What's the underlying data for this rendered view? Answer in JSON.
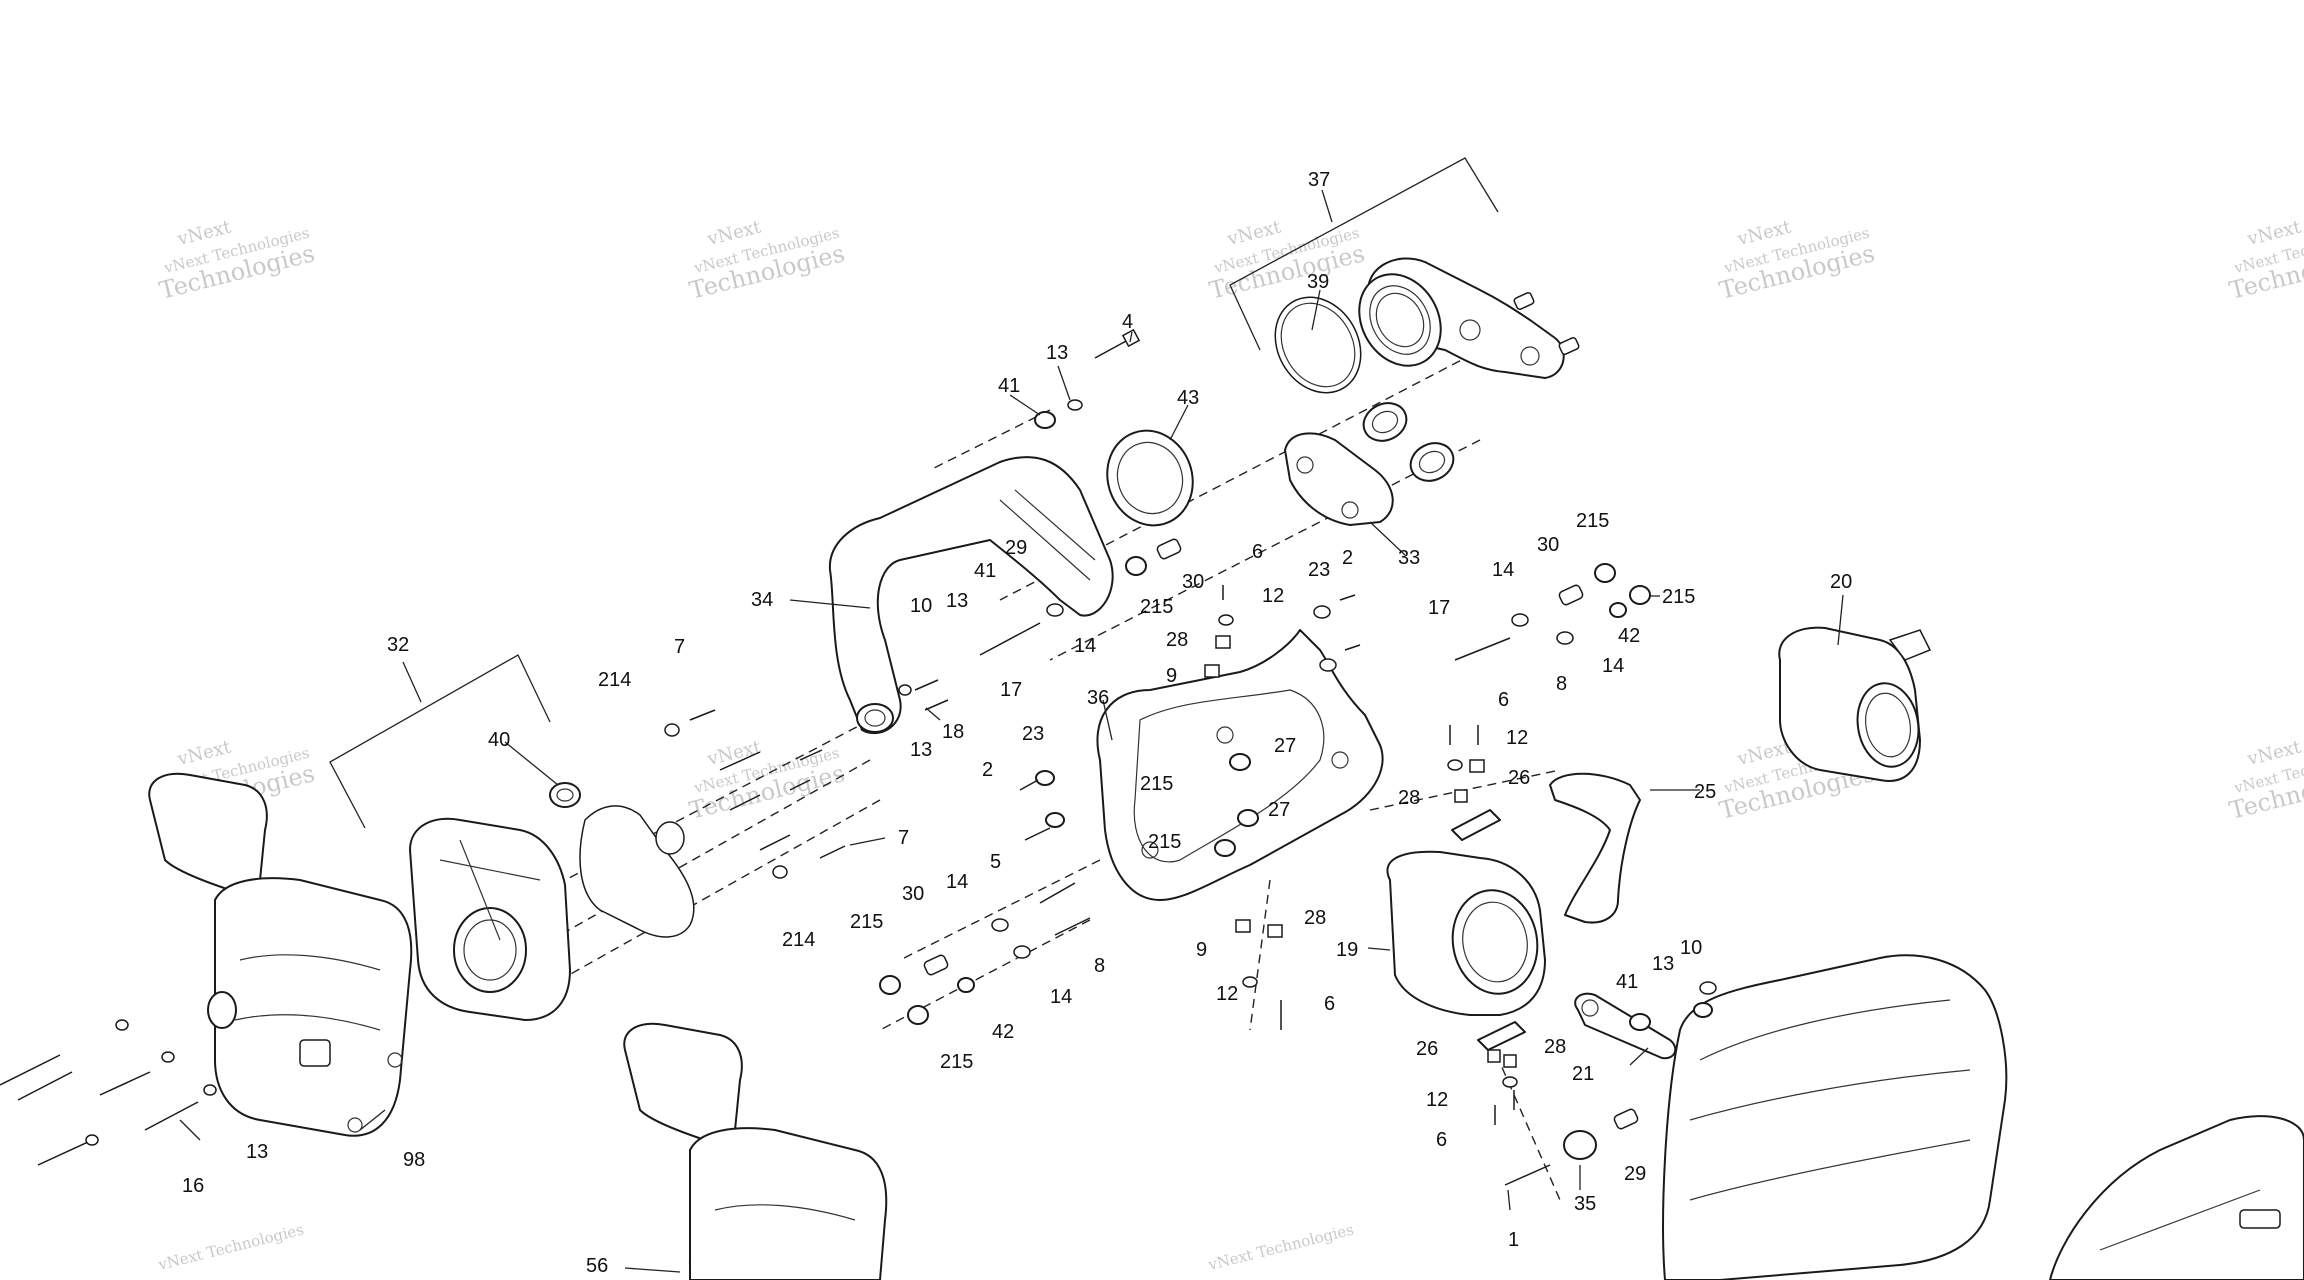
{
  "watermark": {
    "line1": "vNext Technologies",
    "line2": "Technologies",
    "line3": "vNext"
  },
  "callouts": {
    "c37": "37",
    "c39": "39",
    "c4": "4",
    "c13a": "13",
    "c41a": "41",
    "c43": "43",
    "c6a": "6",
    "c23a": "23",
    "c2a": "2",
    "c215a": "215",
    "c30a": "30",
    "c14a": "14",
    "c215b": "215",
    "c42a": "42",
    "c33": "33",
    "c29a": "29",
    "c41b": "41",
    "c13b": "13",
    "c10a": "10",
    "c30b": "30",
    "c215c": "215",
    "c12a": "12",
    "c34": "34",
    "c14b": "14",
    "c28a": "28",
    "c17a": "17",
    "c17b": "17",
    "c14c": "14",
    "c8a": "8",
    "c20": "20",
    "c32": "32",
    "c7a": "7",
    "c214a": "214",
    "c18": "18",
    "c9a": "9",
    "c36": "36",
    "c6b": "6",
    "c12b": "12",
    "c40": "40",
    "c13c": "13",
    "c23b": "23",
    "c27a": "27",
    "c26a": "26",
    "c25": "25",
    "c2b": "2",
    "c215d": "215",
    "c28b": "28",
    "c27b": "27",
    "c7b": "7",
    "c215e": "215",
    "c5": "5",
    "c214b": "214",
    "c30c": "30",
    "c14d": "14",
    "c19": "19",
    "c215f": "215",
    "c28c": "28",
    "c9b": "9",
    "c8b": "8",
    "c10b": "10",
    "c13d": "13",
    "c41c": "41",
    "c12c": "12",
    "c6c": "6",
    "c14e": "14",
    "c42b": "42",
    "c215g": "215",
    "c26b": "26",
    "c28d": "28",
    "c21": "21",
    "c12d": "12",
    "c6d": "6",
    "c29b": "29",
    "c35": "35",
    "c1": "1",
    "c13e": "13",
    "c16": "16",
    "c98": "98",
    "c56": "56"
  }
}
